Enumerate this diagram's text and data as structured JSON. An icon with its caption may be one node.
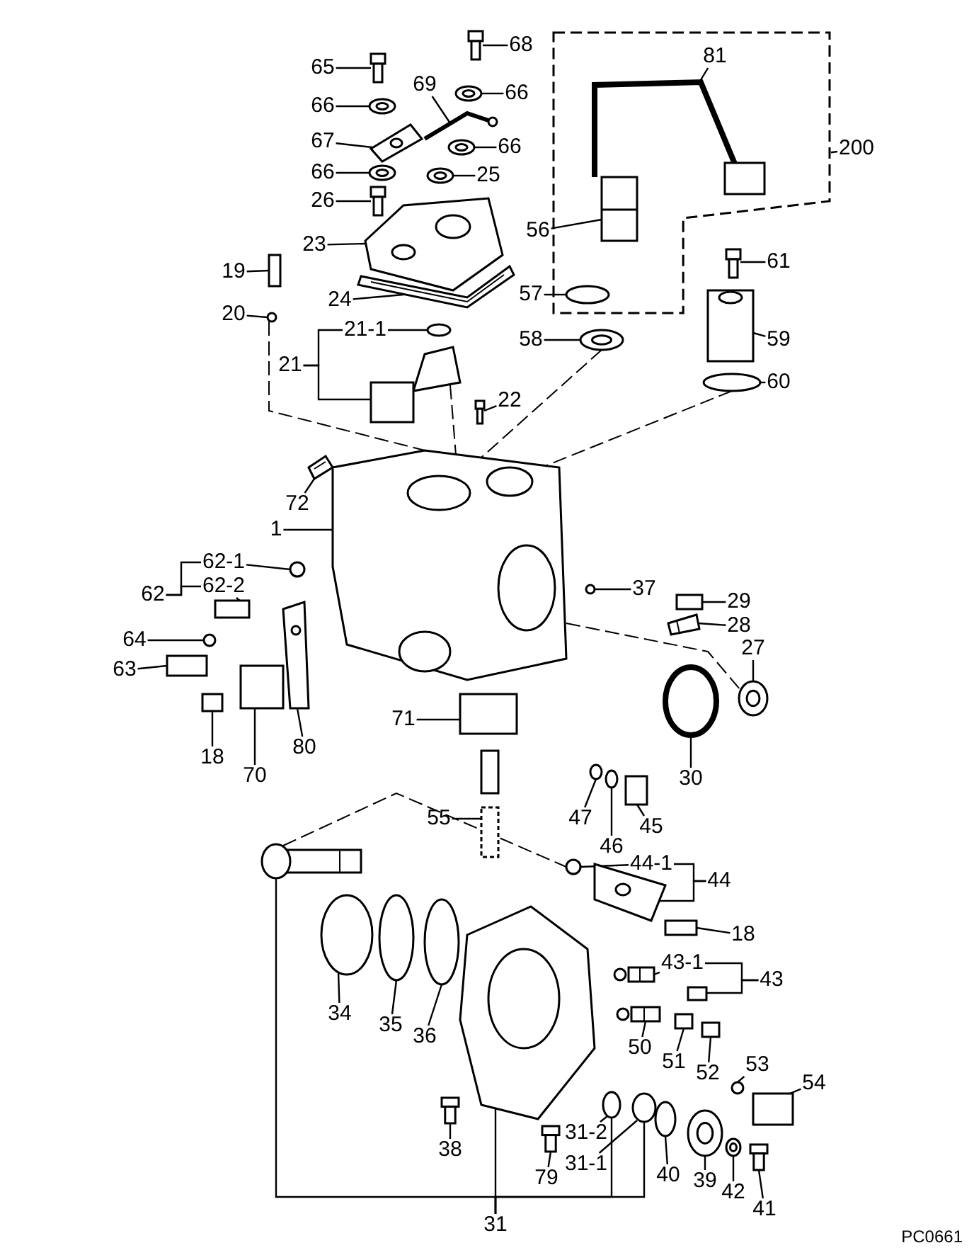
{
  "diagram": {
    "nodes": [
      {
        "text": [
          "65"
        ]
      },
      {
        "text": [
          "68"
        ]
      },
      {
        "text": [
          "81"
        ],
        "in": 67
      },
      {
        "text": [
          "66"
        ]
      },
      {
        "text": [
          "69"
        ]
      },
      {
        "text": [
          "66"
        ]
      },
      {
        "text": [
          "200"
        ]
      },
      {
        "text": [
          "67"
        ]
      },
      {
        "text": [
          "66"
        ]
      },
      {
        "text": [
          "66"
        ]
      },
      {
        "text": [
          "25"
        ]
      },
      {
        "text": [
          "26"
        ]
      },
      {
        "text": [
          "23"
        ]
      },
      {
        "text": [
          "56"
        ]
      },
      {
        "text": [
          "61"
        ]
      },
      {
        "text": [
          "19"
        ]
      },
      {
        "text": [
          "24"
        ]
      },
      {
        "text": [
          "20"
        ]
      },
      {
        "text": [
          "57"
        ]
      },
      {
        "text": [
          "21-1"
        ]
      },
      {
        "text": [
          "59"
        ]
      },
      {
        "text": [
          "58"
        ]
      },
      {
        "text": [
          "21"
        ]
      },
      {
        "text": [
          "22"
        ]
      },
      {
        "text": [
          "60"
        ]
      },
      {
        "text": [
          "72"
        ]
      },
      {
        "text": [
          "1"
        ]
      },
      {
        "text": [
          "62-1"
        ]
      },
      {
        "text": [
          "62"
        ]
      },
      {
        "text": [
          "62-2"
        ]
      },
      {
        "text": [
          "37"
        ]
      },
      {
        "text": [
          "29"
        ]
      },
      {
        "text": [
          "28"
        ]
      },
      {
        "text": [
          "64"
        ]
      },
      {
        "text": [
          "63"
        ]
      },
      {
        "text": [
          "27"
        ]
      },
      {
        "text": [
          "18"
        ]
      },
      {
        "text": [
          "70"
        ]
      },
      {
        "text": [
          "80"
        ]
      },
      {
        "text": [
          "71"
        ]
      },
      {
        "text": [
          "30"
        ]
      },
      {
        "text": [
          "47"
        ]
      },
      {
        "text": [
          "46"
        ]
      },
      {
        "text": [
          "45"
        ]
      },
      {
        "text": [
          "55"
        ]
      },
      {
        "text": [
          "44-1"
        ]
      },
      {
        "text": [
          "44"
        ]
      },
      {
        "text": [
          "18"
        ]
      },
      {
        "text": [
          "43-1"
        ]
      },
      {
        "text": [
          "43"
        ]
      },
      {
        "text": [
          "34"
        ]
      },
      {
        "text": [
          "35"
        ]
      },
      {
        "text": [
          "36"
        ]
      },
      {
        "text": [
          "50"
        ]
      },
      {
        "text": [
          "51"
        ]
      },
      {
        "text": [
          "52"
        ]
      },
      {
        "text": [
          "53"
        ]
      },
      {
        "text": [
          "54"
        ]
      },
      {
        "text": [
          "38"
        ]
      },
      {
        "text": [
          "79"
        ]
      },
      {
        "text": [
          "31-2"
        ]
      },
      {
        "text": [
          "31-1"
        ]
      },
      {
        "text": [
          "40"
        ]
      },
      {
        "text": [
          "39"
        ]
      },
      {
        "text": [
          "42"
        ]
      },
      {
        "text": [
          "41"
        ]
      },
      {
        "text": [
          "31"
        ]
      },
      {
        "text": [],
        "shape": "box"
      },
      {
        "text": [],
        "shape": "picture"
      },
      {
        "text": [],
        "shape": "picture"
      },
      {
        "text": [],
        "shape": "picture",
        "in": 67
      },
      {
        "text": [],
        "shape": "picture"
      },
      {
        "text": [],
        "shape": "picture"
      },
      {
        "text": [],
        "shape": "picture"
      },
      {
        "text": [],
        "shape": "picture"
      },
      {
        "text": [],
        "shape": "picture"
      },
      {
        "text": [],
        "shape": "picture"
      },
      {
        "text": [],
        "shape": "picture"
      },
      {
        "text": [],
        "shape": "picture"
      },
      {
        "text": [],
        "shape": "picture"
      },
      {
        "text": [],
        "shape": "picture",
        "in": 67
      },
      {
        "text": [],
        "shape": "picture"
      },
      {
        "text": [],
        "shape": "box"
      },
      {
        "text": [],
        "shape": "picture"
      },
      {
        "text": [],
        "shape": "circle"
      },
      {
        "text": [],
        "shape": "circle",
        "in": 67
      },
      {
        "text": [],
        "shape": "circle"
      },
      {
        "text": [],
        "shape": "picture"
      },
      {
        "text": [],
        "shape": "picture"
      },
      {
        "text": [],
        "shape": "picture"
      },
      {
        "text": [],
        "shape": "picture"
      },
      {
        "text": [],
        "shape": "circle"
      },
      {
        "text": [],
        "shape": "picture"
      },
      {
        "text": [],
        "shape": "picture"
      },
      {
        "text": [],
        "shape": "circle"
      },
      {
        "text": [],
        "shape": "box"
      },
      {
        "text": [],
        "shape": "circle"
      },
      {
        "text": [],
        "shape": "box"
      },
      {
        "text": [],
        "shape": "picture"
      },
      {
        "text": [],
        "shape": "circle"
      },
      {
        "text": [],
        "shape": "box"
      },
      {
        "text": [],
        "shape": "picture"
      },
      {
        "text": [],
        "shape": "box"
      },
      {
        "text": [],
        "shape": "box"
      },
      {
        "text": [],
        "shape": "picture"
      },
      {
        "text": [],
        "shape": "box"
      },
      {
        "text": [],
        "shape": "circle"
      },
      {
        "text": [],
        "shape": "circle"
      },
      {
        "text": [],
        "shape": "circle"
      },
      {
        "text": [],
        "shape": "box"
      },
      {
        "text": [],
        "shape": "picture"
      },
      {
        "text": [],
        "shape": "circle"
      },
      {
        "text": [],
        "shape": "picture"
      },
      {
        "text": [],
        "shape": "box"
      },
      {
        "text": [],
        "shape": "picture"
      },
      {
        "text": [],
        "shape": "box"
      },
      {
        "text": [],
        "shape": "circle"
      },
      {
        "text": [],
        "shape": "circle"
      },
      {
        "text": [],
        "shape": "circle"
      },
      {
        "text": [],
        "shape": "picture"
      },
      {
        "text": [],
        "shape": "box"
      },
      {
        "text": [],
        "shape": "box"
      },
      {
        "text": [],
        "shape": "circle"
      },
      {
        "text": [],
        "shape": "box"
      },
      {
        "text": [],
        "shape": "picture"
      },
      {
        "text": [],
        "shape": "picture"
      },
      {
        "text": [],
        "shape": "circle"
      },
      {
        "text": [],
        "shape": "circle"
      },
      {
        "text": [],
        "shape": "circle"
      },
      {
        "text": [],
        "shape": "picture"
      },
      {
        "text": [],
        "shape": "picture"
      },
      {
        "text": [],
        "shape": "picture"
      },
      {
        "text": [],
        "shape": "picture"
      },
      {
        "text": [],
        "shape": "picture"
      }
    ],
    "edges": [
      {
        "from": 0,
        "to": 68,
        "arrow": "none"
      },
      {
        "from": 1,
        "to": 69,
        "arrow": "none"
      },
      {
        "from": 2,
        "to": 70,
        "arrow": "none"
      },
      {
        "from": 3,
        "to": 71,
        "arrow": "none"
      },
      {
        "from": 4,
        "to": 72,
        "arrow": "none"
      },
      {
        "from": 5,
        "to": 73,
        "arrow": "none"
      },
      {
        "from": 6,
        "to": 67,
        "arrow": "none"
      },
      {
        "from": 7,
        "to": 74,
        "arrow": "none"
      },
      {
        "from": 8,
        "to": 75,
        "arrow": "none"
      },
      {
        "from": 9,
        "to": 76,
        "arrow": "none"
      },
      {
        "from": 10,
        "to": 77,
        "arrow": "none"
      },
      {
        "from": 11,
        "to": 78,
        "arrow": "none"
      },
      {
        "from": 12,
        "to": 79,
        "arrow": "none"
      },
      {
        "from": 13,
        "to": 80,
        "arrow": "none"
      },
      {
        "from": 14,
        "to": 81,
        "arrow": "none"
      },
      {
        "from": 15,
        "to": 82,
        "arrow": "none"
      },
      {
        "from": 16,
        "to": 83,
        "arrow": "none"
      },
      {
        "from": 17,
        "to": 84,
        "arrow": "none"
      },
      {
        "from": 18,
        "to": 85,
        "arrow": "none"
      },
      {
        "from": 19,
        "to": 86,
        "arrow": "none"
      },
      {
        "from": 20,
        "to": 87,
        "arrow": "none"
      },
      {
        "from": 21,
        "to": 88,
        "arrow": "none"
      },
      {
        "from": 22,
        "to": 19,
        "arrow": "none"
      },
      {
        "from": 22,
        "to": 89,
        "arrow": "none"
      },
      {
        "from": 23,
        "to": 90,
        "arrow": "none"
      },
      {
        "from": 24,
        "to": 91,
        "arrow": "none"
      },
      {
        "from": 25,
        "to": 92,
        "arrow": "none"
      },
      {
        "from": 26,
        "to": 93,
        "arrow": "none"
      },
      {
        "from": 27,
        "to": 94,
        "arrow": "none"
      },
      {
        "from": 28,
        "to": 27,
        "arrow": "none"
      },
      {
        "from": 28,
        "to": 29,
        "arrow": "none"
      },
      {
        "from": 29,
        "to": 95,
        "arrow": "none"
      },
      {
        "from": 30,
        "to": 96,
        "arrow": "none"
      },
      {
        "from": 31,
        "to": 97,
        "arrow": "none"
      },
      {
        "from": 32,
        "to": 98,
        "arrow": "none"
      },
      {
        "from": 33,
        "to": 99,
        "arrow": "none"
      },
      {
        "from": 34,
        "to": 100,
        "arrow": "none"
      },
      {
        "from": 35,
        "to": 101,
        "arrow": "none"
      },
      {
        "from": 36,
        "to": 102,
        "arrow": "none"
      },
      {
        "from": 37,
        "to": 103,
        "arrow": "none"
      },
      {
        "from": 38,
        "to": 104,
        "arrow": "none"
      },
      {
        "from": 39,
        "to": 105,
        "arrow": "none"
      },
      {
        "from": 40,
        "to": 106,
        "arrow": "none"
      },
      {
        "from": 41,
        "to": 107,
        "arrow": "none"
      },
      {
        "from": 42,
        "to": 108,
        "arrow": "none"
      },
      {
        "from": 43,
        "to": 109,
        "arrow": "none"
      },
      {
        "from": 44,
        "to": 110,
        "arrow": "none"
      },
      {
        "from": 45,
        "to": 111,
        "arrow": "none"
      },
      {
        "from": 46,
        "to": 45,
        "arrow": "none"
      },
      {
        "from": 46,
        "to": 112,
        "arrow": "none"
      },
      {
        "from": 47,
        "to": 113,
        "arrow": "none"
      },
      {
        "from": 48,
        "to": 114,
        "arrow": "none"
      },
      {
        "from": 49,
        "to": 48,
        "arrow": "none"
      },
      {
        "from": 49,
        "to": 115,
        "arrow": "none"
      },
      {
        "from": 50,
        "to": 116,
        "arrow": "none"
      },
      {
        "from": 51,
        "to": 117,
        "arrow": "none"
      },
      {
        "from": 52,
        "to": 118,
        "arrow": "none"
      },
      {
        "from": 53,
        "to": 119,
        "arrow": "none"
      },
      {
        "from": 54,
        "to": 120,
        "arrow": "none"
      },
      {
        "from": 55,
        "to": 121,
        "arrow": "none"
      },
      {
        "from": 56,
        "to": 122,
        "arrow": "none"
      },
      {
        "from": 57,
        "to": 123,
        "arrow": "none"
      },
      {
        "from": 58,
        "to": 124,
        "arrow": "none"
      },
      {
        "from": 59,
        "to": 125,
        "arrow": "none"
      },
      {
        "from": 60,
        "to": 126,
        "arrow": "none"
      },
      {
        "from": 61,
        "to": 127,
        "arrow": "none"
      },
      {
        "from": 62,
        "to": 128,
        "arrow": "none"
      },
      {
        "from": 63,
        "to": 129,
        "arrow": "none"
      },
      {
        "from": 64,
        "to": 130,
        "arrow": "none"
      },
      {
        "from": 65,
        "to": 131,
        "arrow": "none"
      },
      {
        "from": 66,
        "to": 132,
        "arrow": "none"
      },
      {
        "from": 66,
        "to": 133,
        "arrow": "none"
      },
      {
        "from": 66,
        "to": 126,
        "arrow": "none"
      },
      {
        "from": 66,
        "to": 127,
        "arrow": "none"
      },
      {
        "from": 84,
        "to": 93,
        "arrow": "none",
        "style": "dashed"
      },
      {
        "from": 88,
        "to": 93,
        "arrow": "none",
        "style": "dashed"
      },
      {
        "from": 91,
        "to": 93,
        "arrow": "none",
        "style": "dashed"
      },
      {
        "from": 89,
        "to": 93,
        "arrow": "none",
        "style": "dashed"
      },
      {
        "from": 132,
        "to": 111,
        "arrow": "none",
        "style": "dashed"
      },
      {
        "from": 93,
        "to": 101,
        "arrow": "none",
        "style": "dashed"
      }
    ],
    "labels": [
      "PC0661"
    ]
  }
}
